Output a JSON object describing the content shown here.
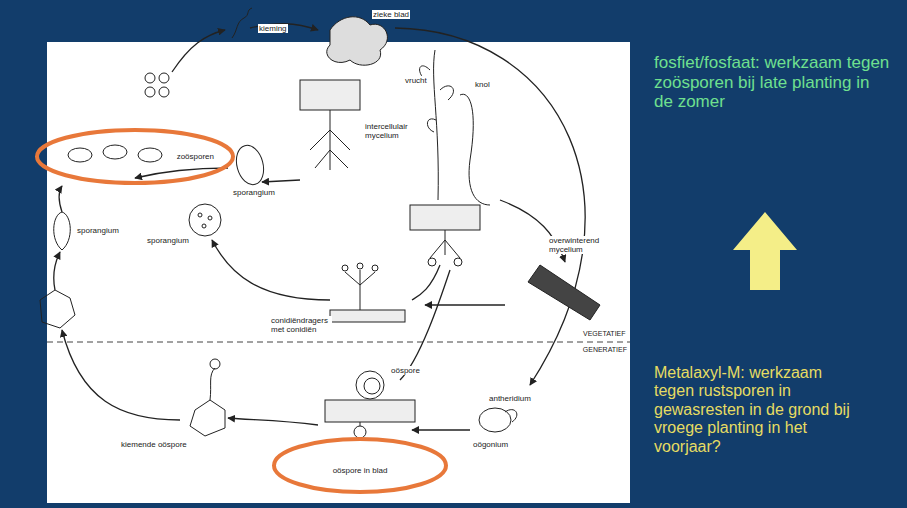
{
  "diagram": {
    "nodes": [
      {
        "text": [
          "zoösporen"
        ]
      },
      {
        "text": [
          "oöspore in blad"
        ]
      }
    ],
    "labels": [
      "kieming",
      "zieke blad",
      "intercellulair mycelium",
      "sporangium",
      "sporangium",
      "sporangium",
      "vrucht",
      "knol",
      "conidiëndragers met conidiën",
      "overwinterend mycelium",
      "VEGETATIEF",
      "GENERATIEF",
      "oöspore",
      "antheridium",
      "oögonium",
      "kiemende oöspore",
      "fosfiet/fosfaat: werkzaam tegen zoösporen bij late planting in de zomer",
      "Metalaxyl-M: werkzaam tegen rustsporen in gewasresten in de grond bij vroege planting in het voorjaar?"
    ]
  }
}
